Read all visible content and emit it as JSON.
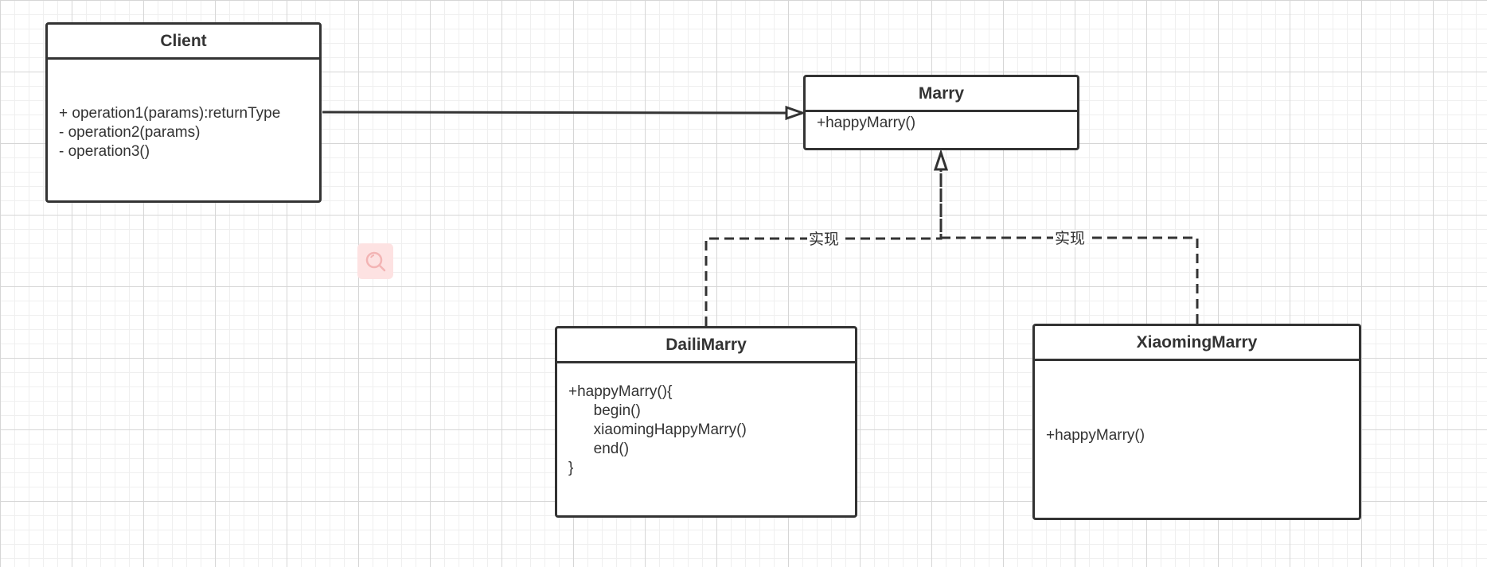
{
  "diagram": {
    "classes": {
      "client": {
        "name": "Client",
        "members": [
          "+ operation1(params):returnType",
          "- operation2(params)",
          "- operation3()"
        ]
      },
      "marry": {
        "name": "Marry",
        "members": [
          "+happyMarry()"
        ]
      },
      "daili": {
        "name": "DailiMarry",
        "members": [
          "+happyMarry(){",
          "      begin()",
          "      xiaomingHappyMarry()",
          "      end()",
          "}"
        ]
      },
      "xiaoming": {
        "name": "XiaomingMarry",
        "members": [
          "+happyMarry()"
        ]
      }
    },
    "relations": {
      "client_to_marry": {
        "type": "association"
      },
      "daili_to_marry": {
        "type": "realization",
        "label": "实现"
      },
      "xiaoming_to_marry": {
        "type": "realization",
        "label": "实现"
      }
    },
    "overlay": {
      "icon": "search-icon"
    },
    "colors": {
      "stroke": "#333333",
      "overlay_bg": "#fde2e2",
      "overlay_icon": "#f3b4b4"
    }
  }
}
